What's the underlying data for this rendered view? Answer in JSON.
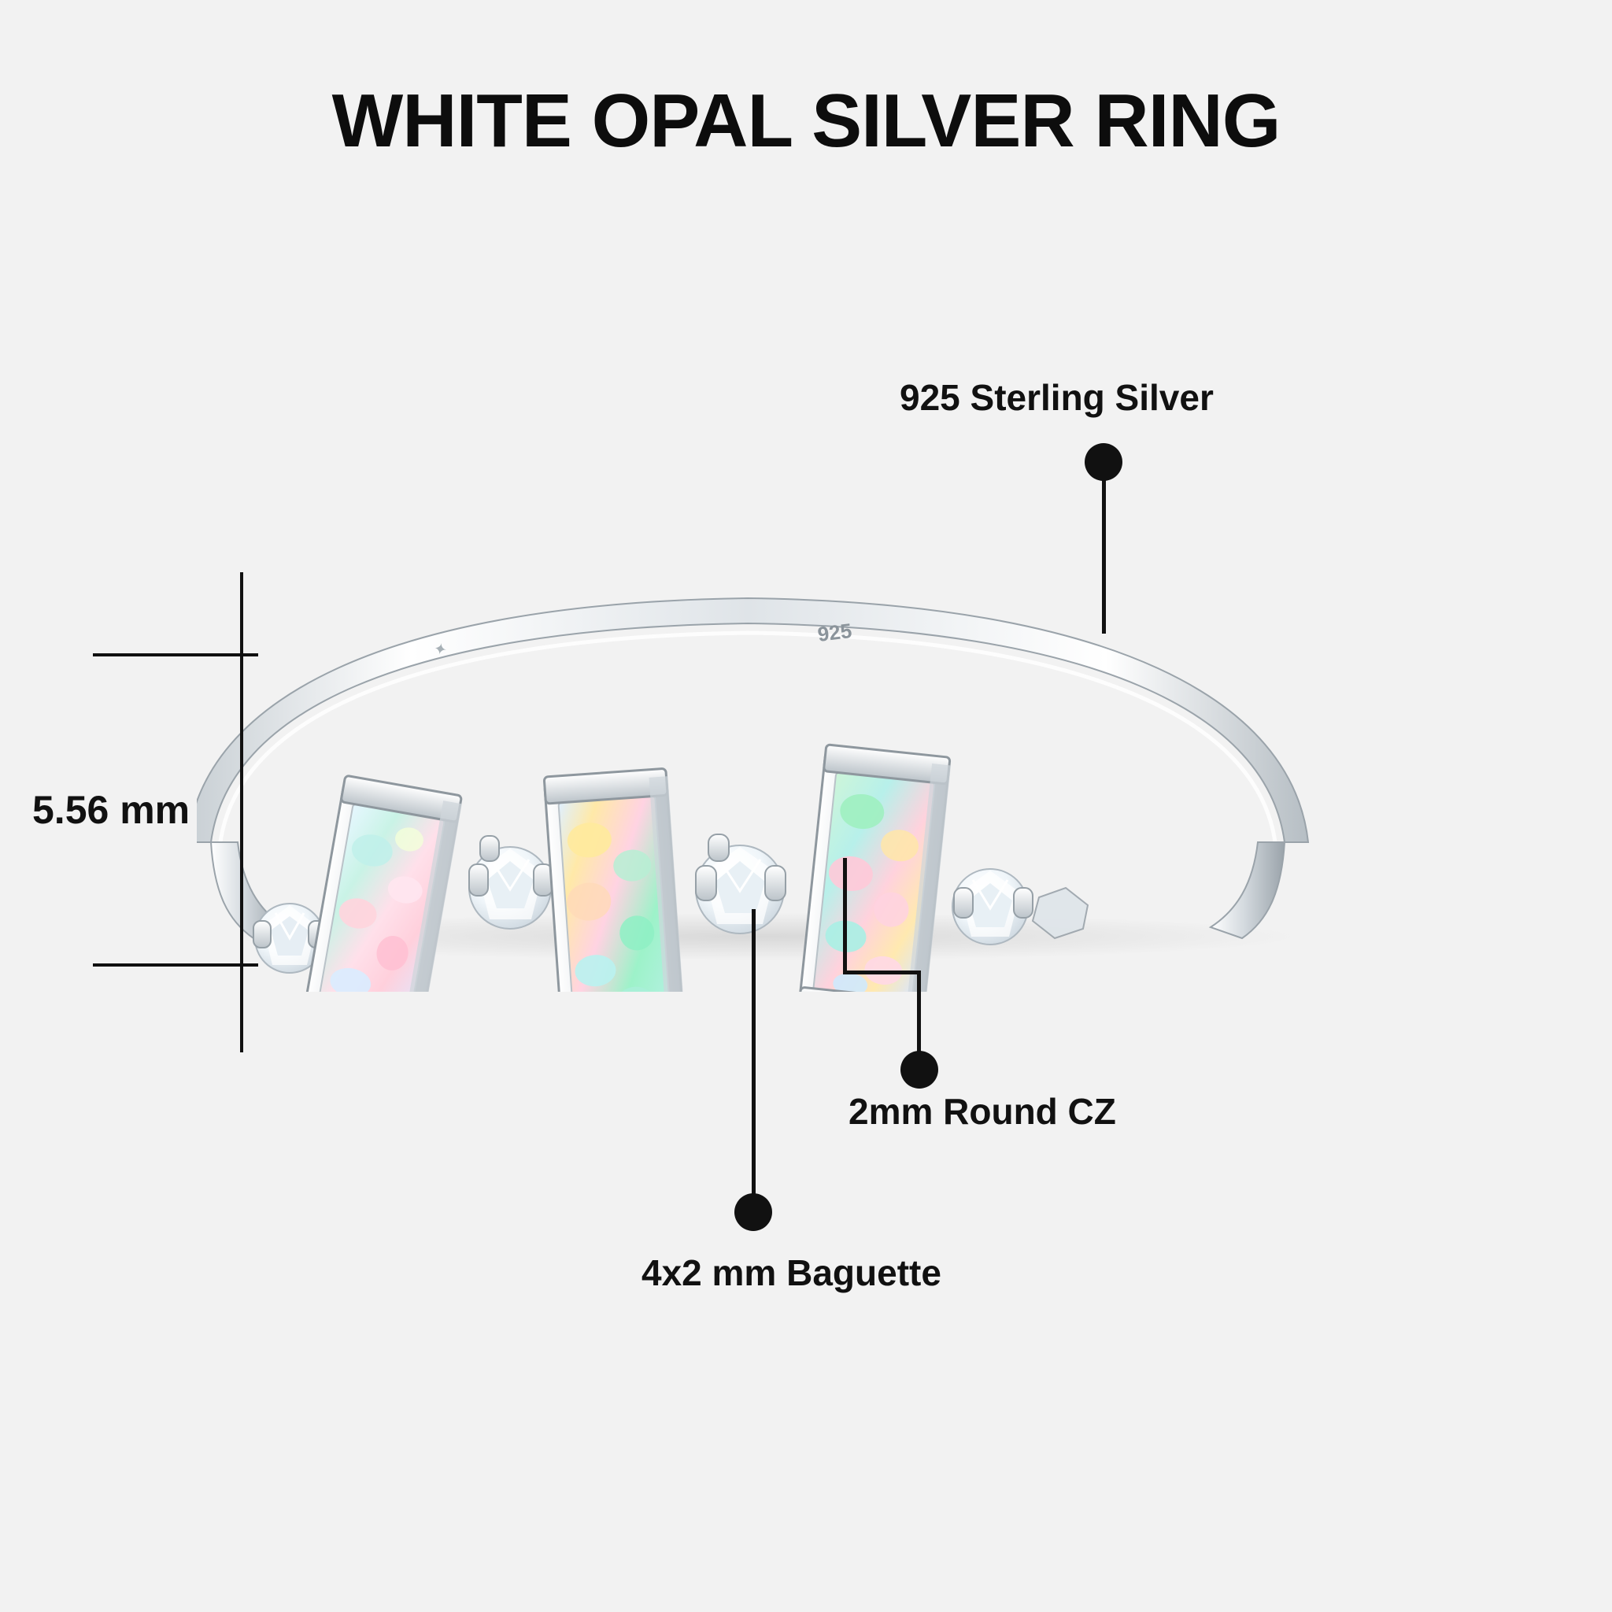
{
  "page": {
    "background_color": "#f2f2f2",
    "text_color": "#111111"
  },
  "title": "WHITE OPAL SILVER RING",
  "callouts": [
    {
      "id": "sterling-silver",
      "label": "925 Sterling Silver",
      "points_to": "ring-band"
    },
    {
      "id": "round-cz",
      "label": "2mm Round CZ",
      "points_to": "round-cz-stone"
    },
    {
      "id": "baguette",
      "label": "4x2 mm Baguette",
      "points_to": "opal-baguette-stone"
    }
  ],
  "dimensions": {
    "height_label": "5.56 mm"
  },
  "product": {
    "metal_stamp": "925",
    "band_color": "#d9dde0",
    "opal_colors": [
      "#e8f4ff",
      "#b6f0e2",
      "#ffd2e0",
      "#fff3a8",
      "#c6d8ff",
      "#9ef0c8"
    ],
    "cz_color": "#f7fbff"
  },
  "icons": {
    "callout_dot": "filled-circle-dot"
  }
}
